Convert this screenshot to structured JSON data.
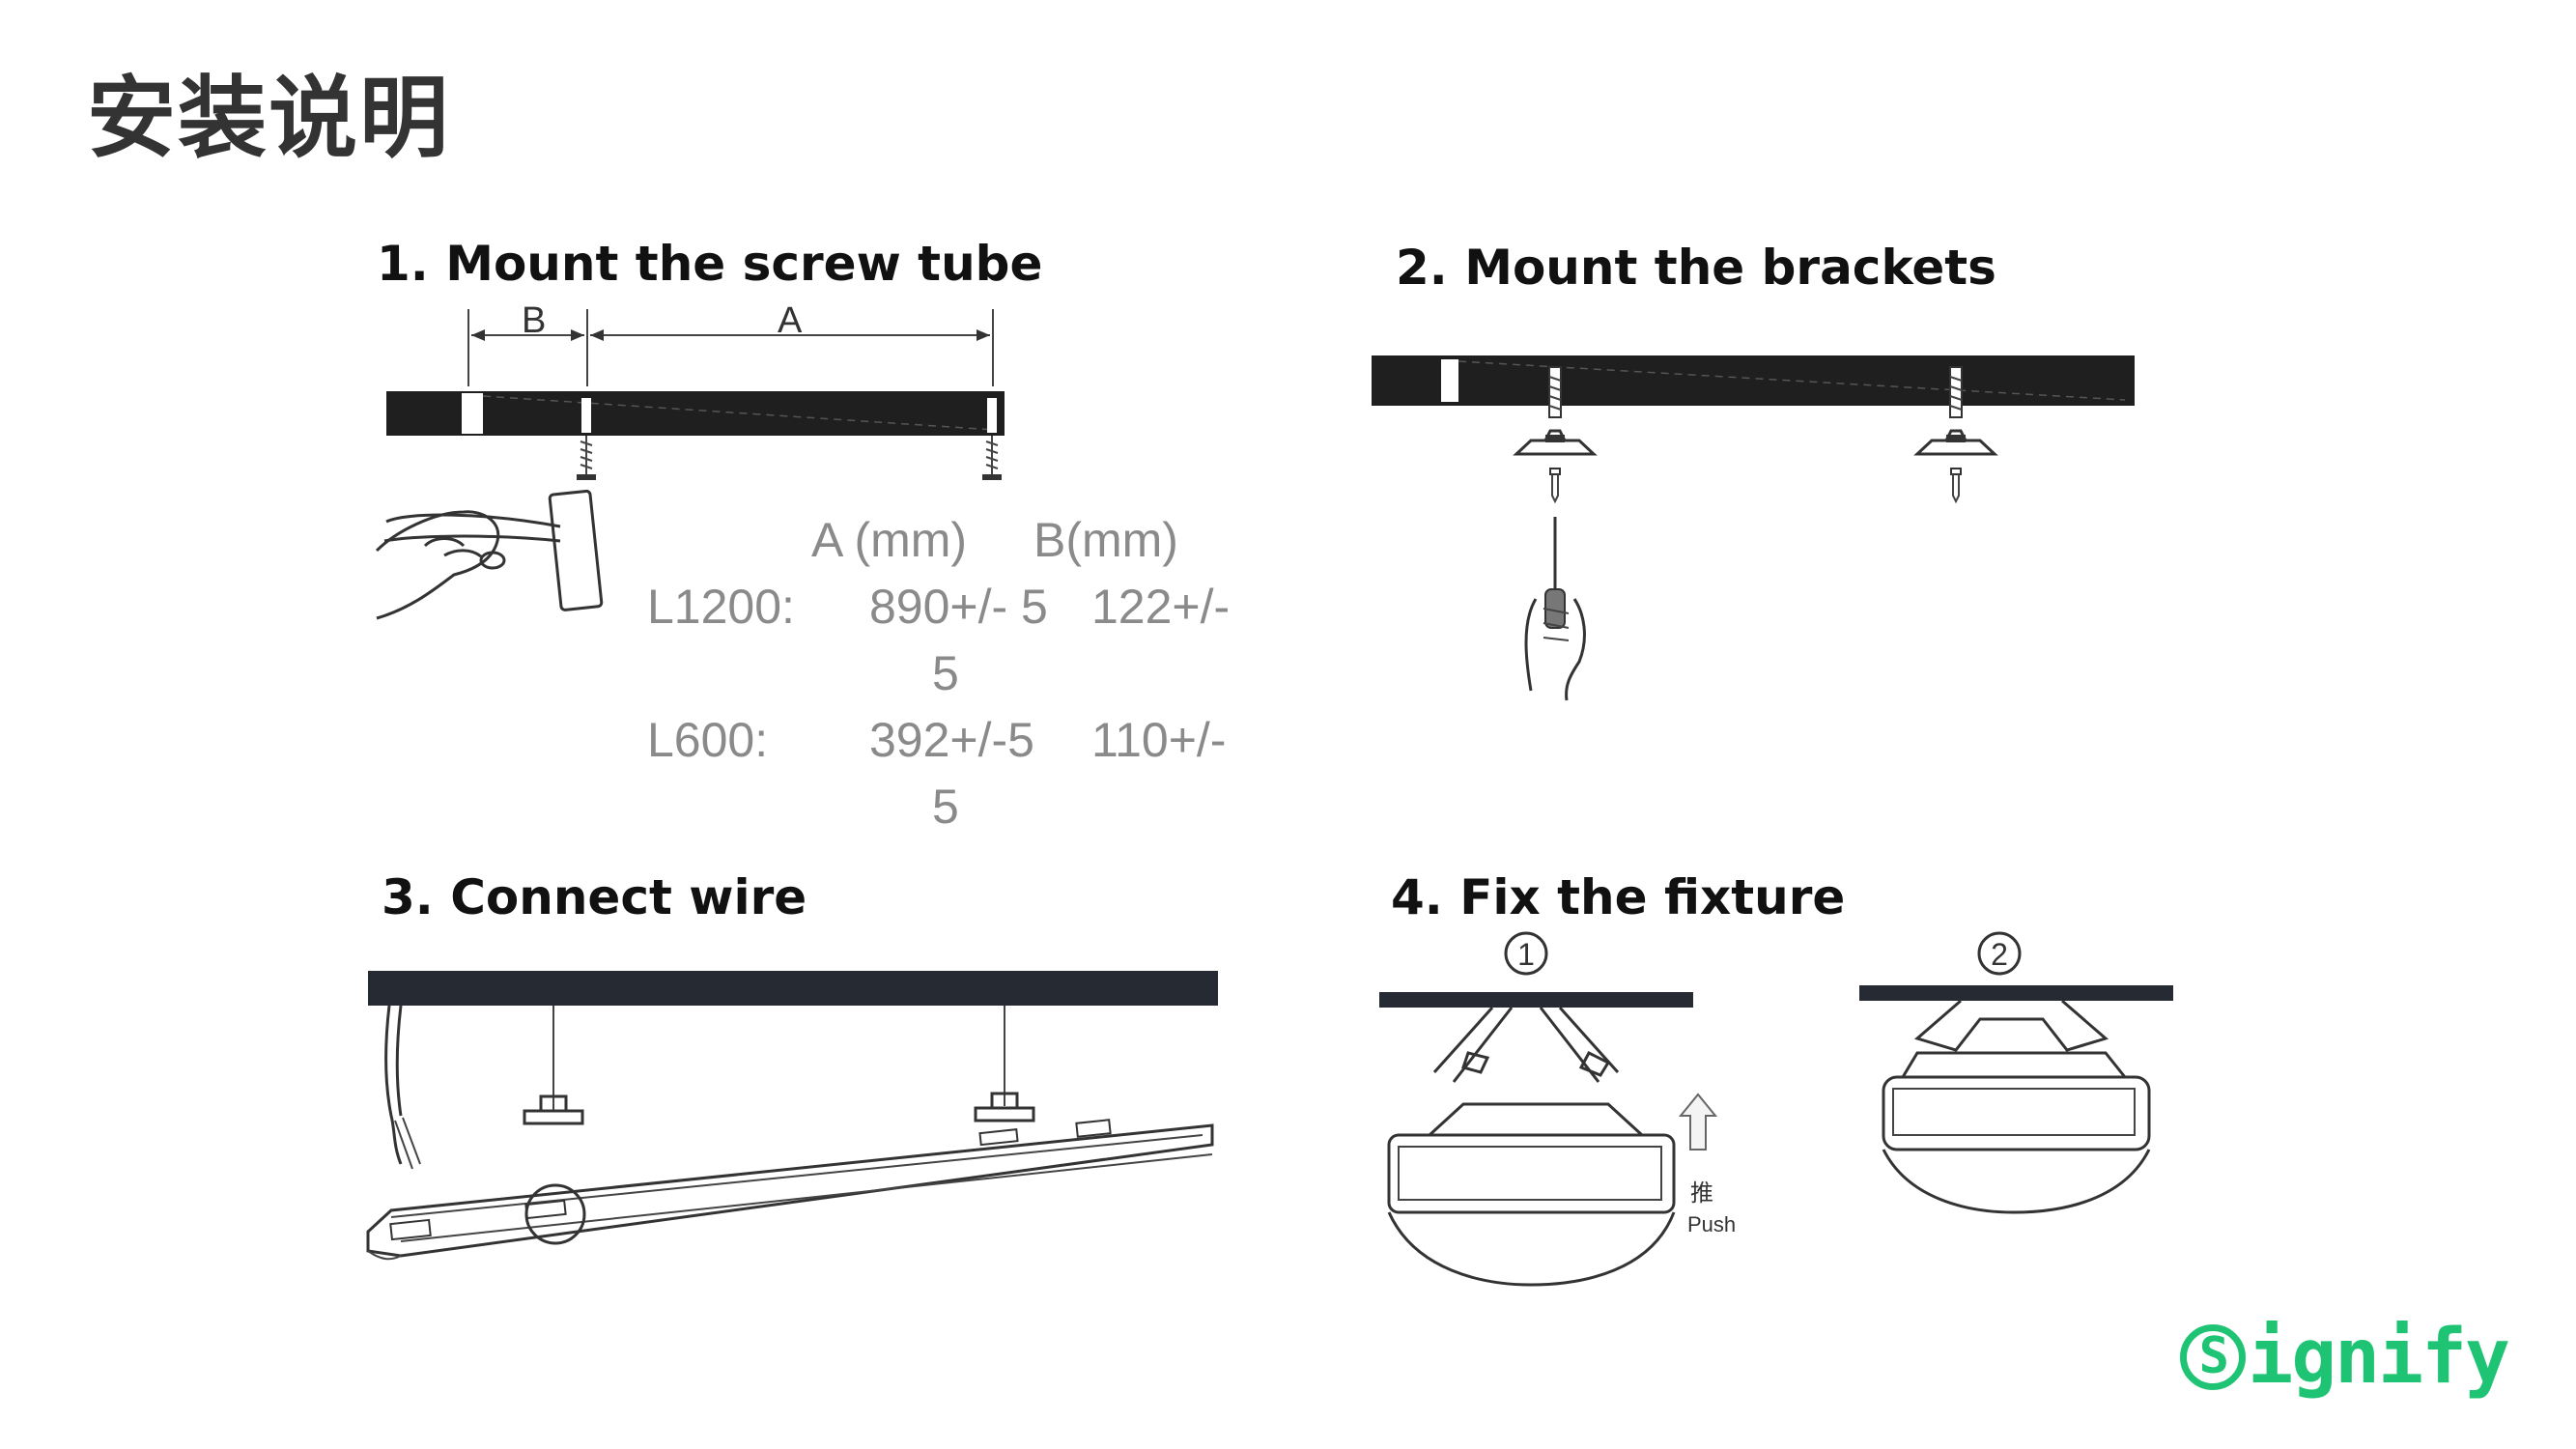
{
  "page_title": "安装说明",
  "steps": [
    {
      "label": "1.  Mount the screw tube"
    },
    {
      "label": "2. Mount the brackets"
    },
    {
      "label": "3. Connect wire"
    },
    {
      "label": "4. Fix the fixture"
    }
  ],
  "dimension_table": {
    "headers": [
      "A (mm)",
      "B(mm)"
    ],
    "rows": [
      {
        "model": "L1200:",
        "a": "890+/- 5",
        "b": "122+/-",
        "b_wrap": "5"
      },
      {
        "model": "L600:",
        "a": "392+/-5",
        "b": "110+/-",
        "b_wrap": "5"
      }
    ]
  },
  "diagram1": {
    "label_b": "B",
    "label_a": "A"
  },
  "diagram4": {
    "circle_1": "1",
    "circle_2": "2",
    "push_cn": "推",
    "push_en": "Push"
  },
  "brand": {
    "logo_initial": "S",
    "logo_rest": "ignify",
    "color": "#1ec473"
  }
}
